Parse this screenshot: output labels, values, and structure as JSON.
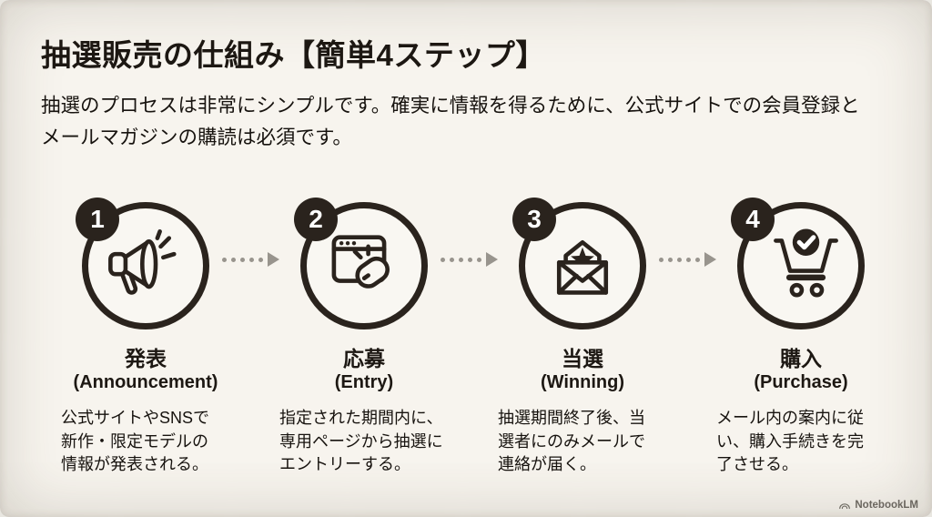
{
  "page": {
    "title": "抽選販売の仕組み【簡単4ステップ】"
  },
  "intro": {
    "line1": "抽選のプロセスは非常にシンプルです。確実に情報を得るために、公式サイトでの会員登録と",
    "line2": "メールマガジンの購読は必須です。"
  },
  "steps": [
    {
      "number": "1",
      "title": "発表",
      "subtitle": "(Announcement)",
      "icon": "megaphone-icon",
      "desc": [
        "公式サイトやSNSで",
        "新作・限定モデルの",
        "情報が発表される。"
      ]
    },
    {
      "number": "2",
      "title": "応募",
      "subtitle": "(Entry)",
      "icon": "browser-click-icon",
      "desc": [
        "指定された期間内に、",
        "専用ページから抽選に",
        "エントリーする。"
      ]
    },
    {
      "number": "3",
      "title": "当選",
      "subtitle": "(Winning)",
      "icon": "envelope-star-icon",
      "desc": [
        "抽選期間終了後、当",
        "選者にのみメールで",
        "連絡が届く。"
      ]
    },
    {
      "number": "4",
      "title": "購入",
      "subtitle": "(Purchase)",
      "icon": "cart-check-icon",
      "desc": [
        "メール内の案内に従",
        "い、購入手続きを完",
        "了させる。"
      ]
    }
  ],
  "watermark": {
    "label": "NotebookLM"
  },
  "colors": {
    "background": "#f7f4ee",
    "ink": "#2a231d",
    "title_ink": "#1d1813",
    "arrow": "#98948d",
    "watermark": "#6f6b65",
    "badge_text": "#ffffff"
  }
}
